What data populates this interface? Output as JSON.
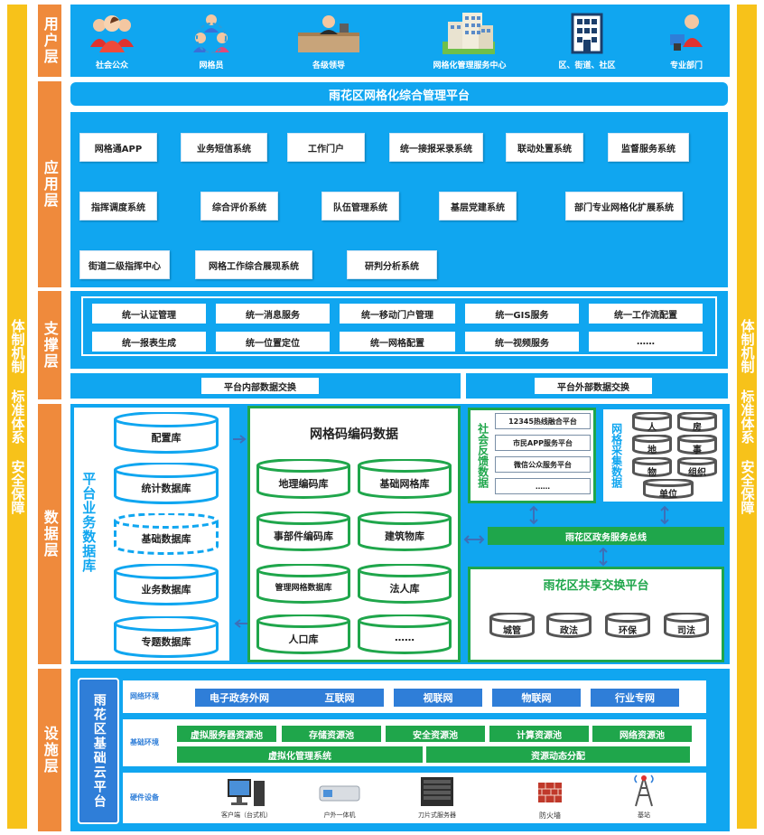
{
  "side_left": [
    "体制机制",
    "标准体系",
    "安全保障"
  ],
  "side_right": [
    "体制机制",
    "标准体系",
    "安全保障"
  ],
  "layers": {
    "user": "用户层",
    "app": "应用层",
    "support": "支撑层",
    "data": "数据层",
    "infra": "设施层"
  },
  "users": [
    {
      "label": "社会公众",
      "icon": "public-people-icon"
    },
    {
      "label": "网格员",
      "icon": "grid-workers-icon"
    },
    {
      "label": "各级领导",
      "icon": "leader-desk-icon"
    },
    {
      "label": "网格化管理服务中心",
      "icon": "service-center-building-icon"
    },
    {
      "label": "区、街道、社区",
      "icon": "district-building-icon"
    },
    {
      "label": "专业部门",
      "icon": "department-worker-icon"
    }
  ],
  "platform_title": "雨花区网格化综合管理平台",
  "app_row1": [
    "网格通APP",
    "业务短信系统",
    "工作门户",
    "统一接报采录系统",
    "联动处置系统",
    "监督服务系统"
  ],
  "app_row2": [
    "指挥调度系统",
    "综合评价系统",
    "队伍管理系统",
    "基层党建系统",
    "部门专业网格化扩展系统"
  ],
  "app_row3": [
    "街道二级指挥中心",
    "网格工作综合展现系统",
    "研判分析系统"
  ],
  "support_row1": [
    "统一认证管理",
    "统一消息服务",
    "统一移动门户管理",
    "统一GIS服务",
    "统一工作流配置"
  ],
  "support_row2": [
    "统一报表生成",
    "统一位置定位",
    "统一网格配置",
    "统一视频服务",
    "……"
  ],
  "exchange": {
    "internal": "平台内部数据交换",
    "external": "平台外部数据交换"
  },
  "platform_db": {
    "title": "平台业务数据库",
    "items": [
      "配置库",
      "统计数据库",
      "基础数据库",
      "业务数据库",
      "专题数据库"
    ]
  },
  "grid_code": {
    "title": "网格码编码数据",
    "items": [
      "地理编码库",
      "基础网格库",
      "事部件编码库",
      "建筑物库",
      "管理网格数据库",
      "法人库",
      "人口库",
      "……"
    ]
  },
  "social_feedback": {
    "title": "社会反馈数据",
    "items": [
      "12345热线融合平台",
      "市民APP服务平台",
      "微信公众服务平台",
      "……"
    ]
  },
  "grid_collect": {
    "title": "网格采集数据",
    "items": [
      "人",
      "房",
      "地",
      "事",
      "物",
      "组织",
      "单位"
    ]
  },
  "bus": "雨花区政务服务总线",
  "share_platform": {
    "title": "雨花区共享交换平台",
    "items": [
      "城管",
      "政法",
      "环保",
      "司法"
    ]
  },
  "cloud": "雨花区基础云平台",
  "network": {
    "label": "网络环境",
    "items": [
      "电子政务外网",
      "互联网",
      "视联网",
      "物联网",
      "行业专网"
    ]
  },
  "base_env": {
    "label": "基础环境",
    "row1": [
      "虚拟服务器资源池",
      "存储资源池",
      "安全资源池",
      "计算资源池",
      "网络资源池"
    ],
    "row2": [
      "虚拟化管理系统",
      "资源动态分配"
    ]
  },
  "hardware": {
    "label": "硬件设备",
    "items": [
      "客户端（台式机）",
      "户外一体机",
      "刀片式服务器",
      "防火墙",
      "基站"
    ]
  },
  "colors": {
    "side": "#f7c21a",
    "layer": "#ef8a3c",
    "blue": "#10a6f0",
    "green": "#1fa64b",
    "netblue": "#2f7ed8"
  }
}
